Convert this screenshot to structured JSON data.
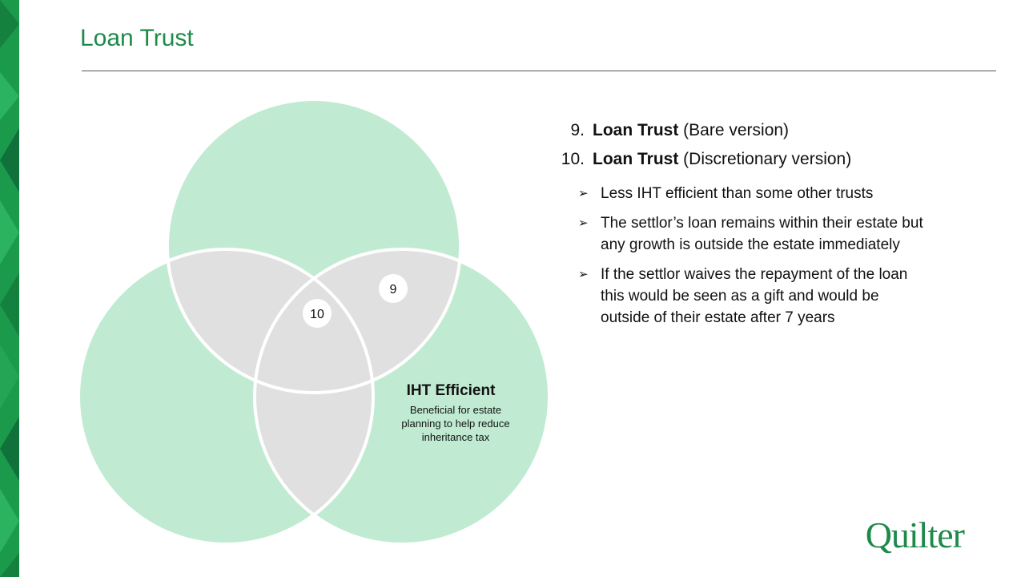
{
  "slide": {
    "title": "Loan Trust",
    "brand": "Quilter"
  },
  "venn": {
    "label_9": "9",
    "label_10": "10",
    "highlight_title": "IHT Efficient",
    "highlight_desc_line1": "Beneficial for estate",
    "highlight_desc_line2": "planning to help reduce",
    "highlight_desc_line3": "inheritance tax"
  },
  "list": {
    "items": [
      {
        "number": "9.",
        "bold": "Loan Trust",
        "rest": " (Bare version)"
      },
      {
        "number": "10.",
        "bold": "Loan Trust",
        "rest": " (Discretionary version)"
      }
    ],
    "bullets": [
      {
        "line1": "Less IHT efficient than some other trusts"
      },
      {
        "line1": "The settlor’s loan remains within their estate but",
        "line2": "any growth is outside the estate immediately"
      },
      {
        "line1": "If the settlor waives the repayment of the loan",
        "line2": "this would be seen as a gift  and would be",
        "line3": "outside of their estate after 7 years"
      }
    ]
  },
  "colors": {
    "brand_green": "#1e8a4a",
    "circle_fill": "#c0ebd2",
    "overlap_fill": "#e0e0e0"
  }
}
